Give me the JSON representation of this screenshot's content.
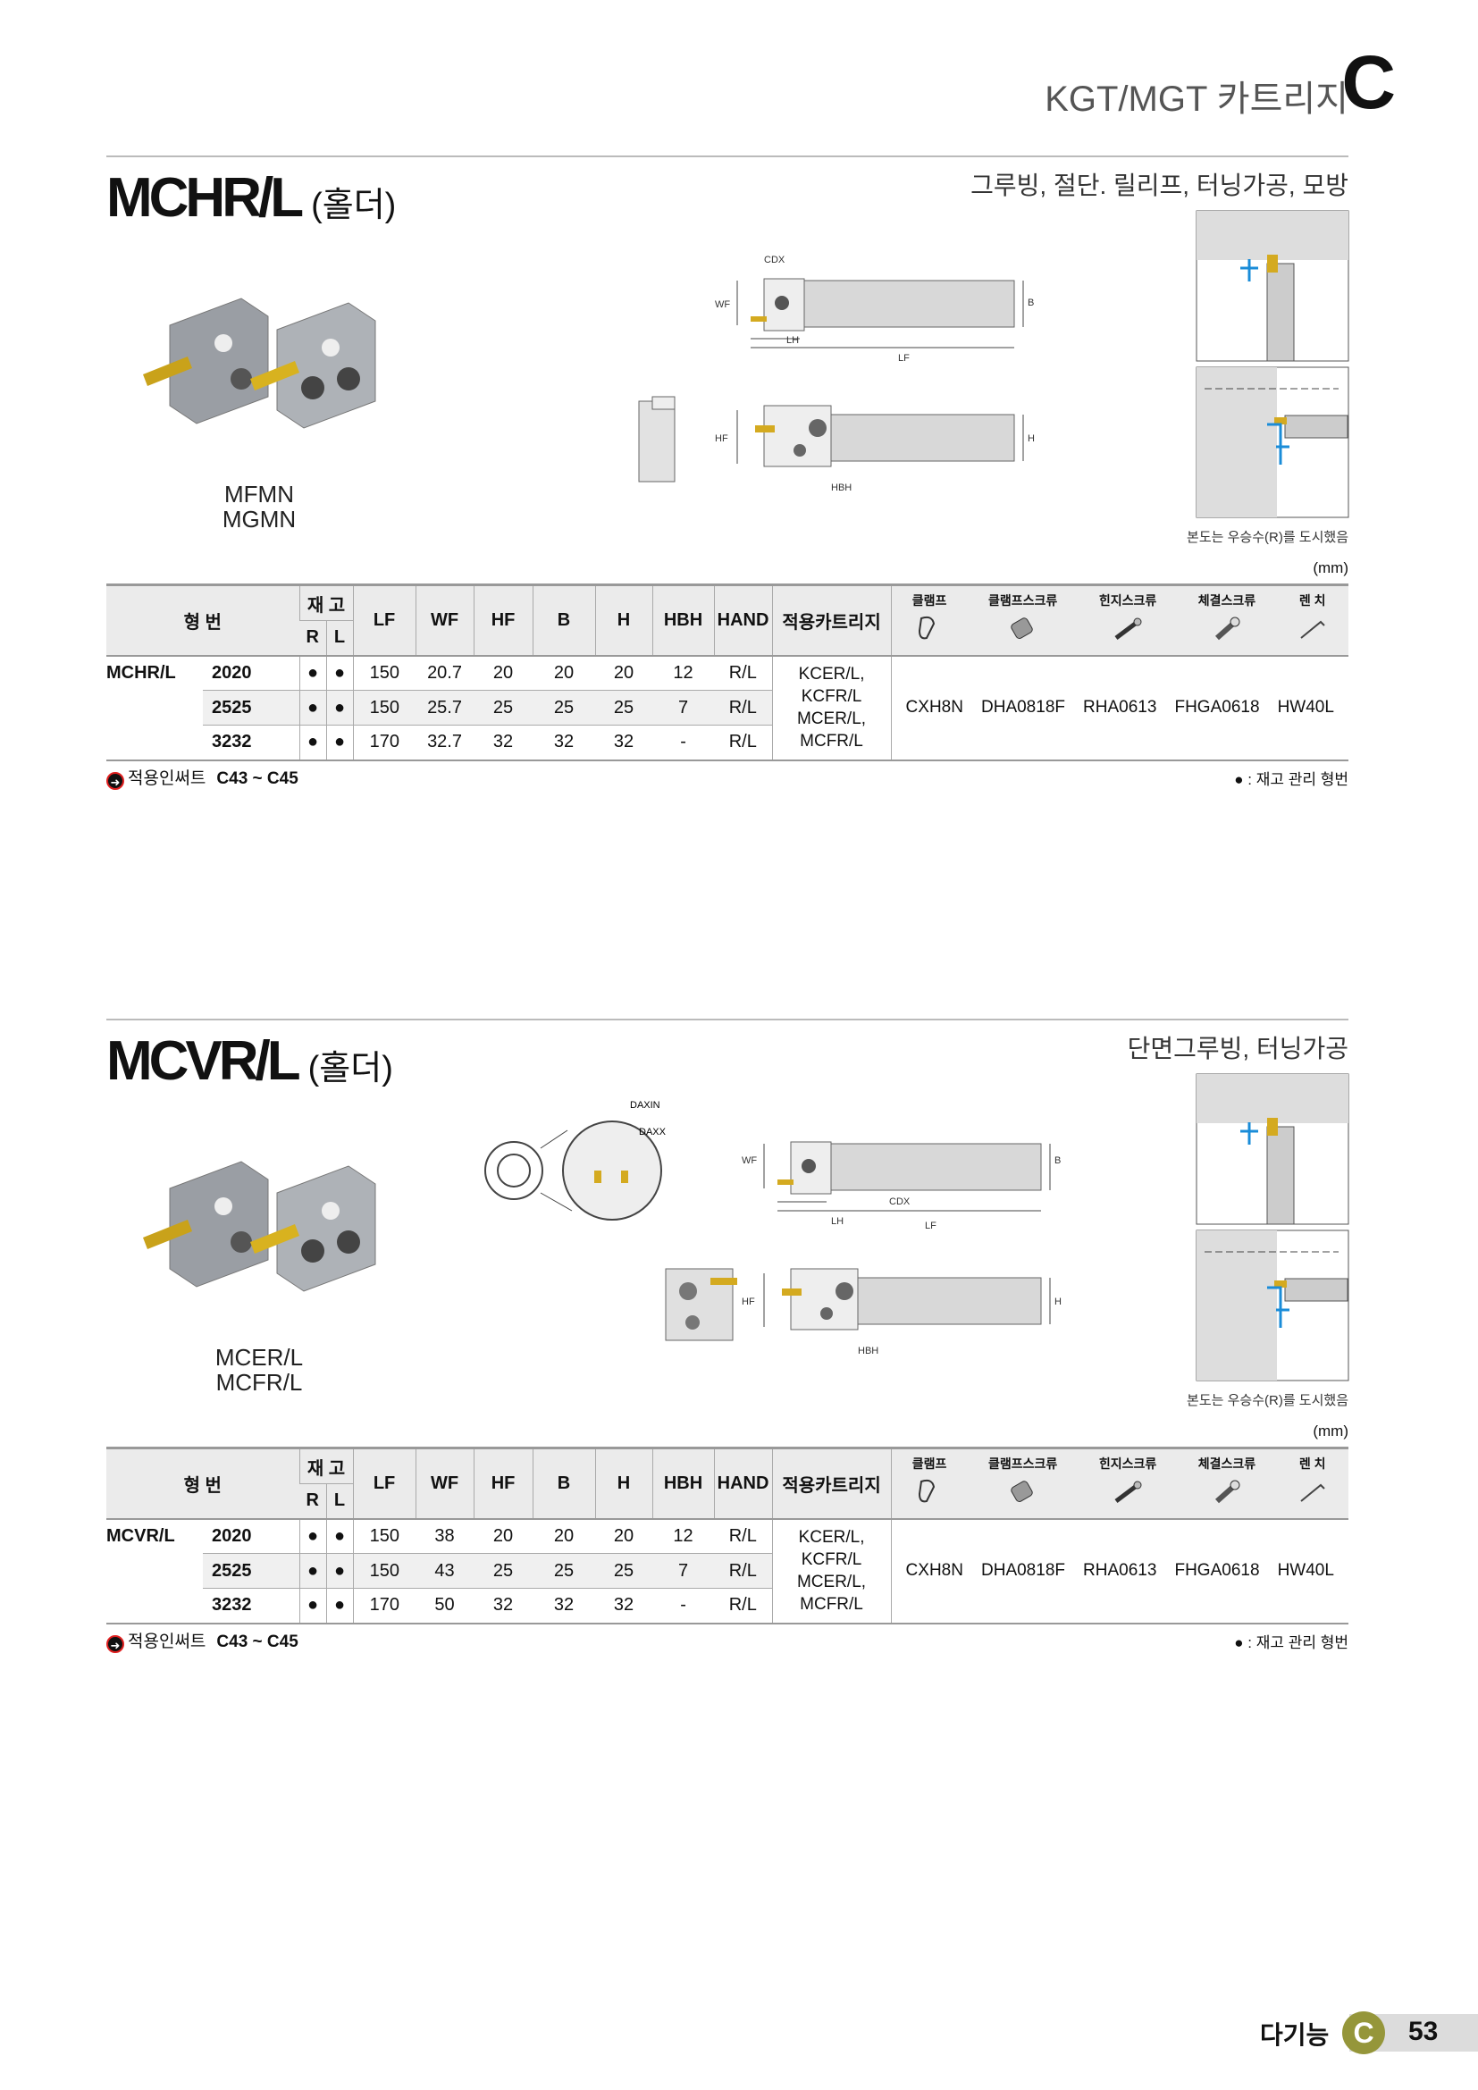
{
  "header": {
    "title": "KGT/MGT 카트리지",
    "letter": "C"
  },
  "sections": [
    {
      "title": "MCHR/L",
      "title_suffix": "(홀더)",
      "subtitle": "그루빙, 절단. 릴리프, 터닝가공, 모방",
      "product_labels": [
        "MFMN",
        "MGMN"
      ],
      "drawing_labels": {
        "top": [
          "CDX",
          "WF",
          "B",
          "LH",
          "LF"
        ],
        "bottom": [
          "HF",
          "H",
          "HBH"
        ]
      },
      "caption": "본도는 우승수(R)를 도시했음",
      "unit": "(mm)",
      "table": {
        "headers": {
          "model": "형 번",
          "stock": "재 고",
          "r": "R",
          "l": "L",
          "cols": [
            "LF",
            "WF",
            "HF",
            "B",
            "H",
            "HBH",
            "HAND"
          ],
          "cartridge": "적용카트리지",
          "tools": [
            "클램프",
            "클램프스크류",
            "힌지스크류",
            "체결스크류",
            "렌 치"
          ]
        },
        "model": "MCHR/L",
        "rows": [
          {
            "size": "2020",
            "r": "●",
            "l": "●",
            "vals": [
              "150",
              "20.7",
              "20",
              "20",
              "20",
              "12",
              "R/L"
            ]
          },
          {
            "size": "2525",
            "r": "●",
            "l": "●",
            "vals": [
              "150",
              "25.7",
              "25",
              "25",
              "25",
              "7",
              "R/L"
            ]
          },
          {
            "size": "3232",
            "r": "●",
            "l": "●",
            "vals": [
              "170",
              "32.7",
              "32",
              "32",
              "32",
              "-",
              "R/L"
            ]
          }
        ],
        "cartridge": "KCER/L, KCFR/L MCER/L, MCFR/L",
        "parts": [
          "CXH8N",
          "DHA0818F",
          "RHA0613",
          "FHGA0618",
          "HW40L"
        ]
      },
      "insert_label": "적용인써트",
      "insert_range": "C43 ~ C45",
      "legend": "● : 재고 관리 형번"
    },
    {
      "title": "MCVR/L",
      "title_suffix": "(홀더)",
      "subtitle": "단면그루빙, 터닝가공",
      "product_labels": [
        "MCER/L",
        "MCFR/L"
      ],
      "drawing_labels": {
        "top": [
          "DAXIN",
          "DAXX",
          "WF",
          "B",
          "CDX",
          "LH",
          "LF"
        ],
        "bottom": [
          "HF",
          "H",
          "HBH"
        ]
      },
      "caption": "본도는 우승수(R)를 도시했음",
      "unit": "(mm)",
      "table": {
        "headers": {
          "model": "형 번",
          "stock": "재 고",
          "r": "R",
          "l": "L",
          "cols": [
            "LF",
            "WF",
            "HF",
            "B",
            "H",
            "HBH",
            "HAND"
          ],
          "cartridge": "적용카트리지",
          "tools": [
            "클램프",
            "클램프스크류",
            "힌지스크류",
            "체결스크류",
            "렌 치"
          ]
        },
        "model": "MCVR/L",
        "rows": [
          {
            "size": "2020",
            "r": "●",
            "l": "●",
            "vals": [
              "150",
              "38",
              "20",
              "20",
              "20",
              "12",
              "R/L"
            ]
          },
          {
            "size": "2525",
            "r": "●",
            "l": "●",
            "vals": [
              "150",
              "43",
              "25",
              "25",
              "25",
              "7",
              "R/L"
            ]
          },
          {
            "size": "3232",
            "r": "●",
            "l": "●",
            "vals": [
              "170",
              "50",
              "32",
              "32",
              "32",
              "-",
              "R/L"
            ]
          }
        ],
        "cartridge": "KCER/L, KCFR/L MCER/L, MCFR/L",
        "parts": [
          "CXH8N",
          "DHA0818F",
          "RHA0613",
          "FHGA0618",
          "HW40L"
        ]
      },
      "insert_label": "적용인써트",
      "insert_range": "C43 ~ C45",
      "legend": "● : 재고 관리 형번"
    }
  ],
  "footer": {
    "category": "다기능",
    "letter": "C",
    "page": "53",
    "accent": "#95963a"
  }
}
